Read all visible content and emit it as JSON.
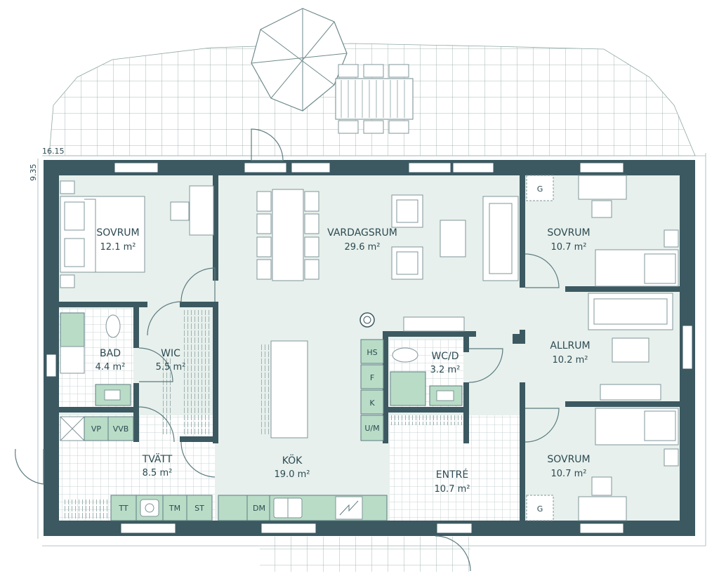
{
  "dimensions": {
    "width_label": "16.15",
    "depth_label": "9.35"
  },
  "rooms": [
    {
      "id": "sovrum-1",
      "name": "SOVRUM",
      "area": "12.1 m²"
    },
    {
      "id": "vardagsrum",
      "name": "VARDAGSRUM",
      "area": "29.6 m²"
    },
    {
      "id": "sovrum-2",
      "name": "SOVRUM",
      "area": "10.7 m²"
    },
    {
      "id": "bad",
      "name": "BAD",
      "area": "4.4 m²"
    },
    {
      "id": "wic",
      "name": "WIC",
      "area": "5.5 m²"
    },
    {
      "id": "wcd",
      "name": "WC/D",
      "area": "3.2 m²"
    },
    {
      "id": "allrum",
      "name": "ALLRUM",
      "area": "10.2 m²"
    },
    {
      "id": "tvatt",
      "name": "TVÄTT",
      "area": "8.5 m²"
    },
    {
      "id": "kok",
      "name": "KÖK",
      "area": "19.0 m²"
    },
    {
      "id": "entre",
      "name": "ENTRÉ",
      "area": "10.7 m²"
    },
    {
      "id": "sovrum-3",
      "name": "SOVRUM",
      "area": "10.7 m²"
    }
  ],
  "fixtures": {
    "hs": "HS",
    "f": "F",
    "k": "K",
    "um": "U/M",
    "vp": "VP",
    "vvb": "VVB",
    "tt": "TT",
    "tm": "TM",
    "st": "ST",
    "dm": "DM",
    "g_top": "G",
    "g_bottom": "G"
  },
  "colors": {
    "wall": "#3c5961",
    "floor": "#e7f0ec",
    "wet_fixture": "#b9dcc7"
  }
}
